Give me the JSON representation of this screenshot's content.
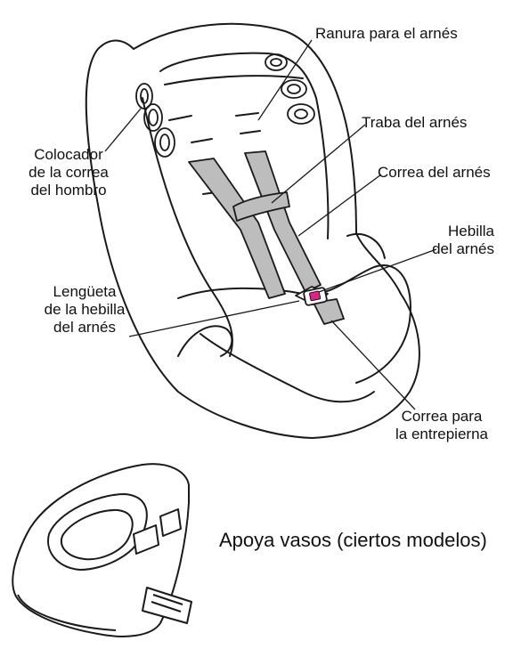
{
  "labels": {
    "ranura": "Ranura para el arnés",
    "traba": "Traba del arnés",
    "correa_arnes": "Correa del arnés",
    "hebilla": [
      "Hebilla",
      "del arnés"
    ],
    "colocador": [
      "Colocador",
      "de la correa",
      "del hombro"
    ],
    "lengueta": [
      "Lengüeta",
      "de la hebilla",
      "del arnés"
    ],
    "entrepierna": [
      "Correa para",
      "la entrepierna"
    ],
    "apoya_vasos": "Apoya vasos (ciertos modelos)"
  },
  "colors": {
    "strap": "#bdbdbd",
    "buckle": "#e0218a",
    "line": "#1a1a1a",
    "seat": "#ffffff"
  }
}
